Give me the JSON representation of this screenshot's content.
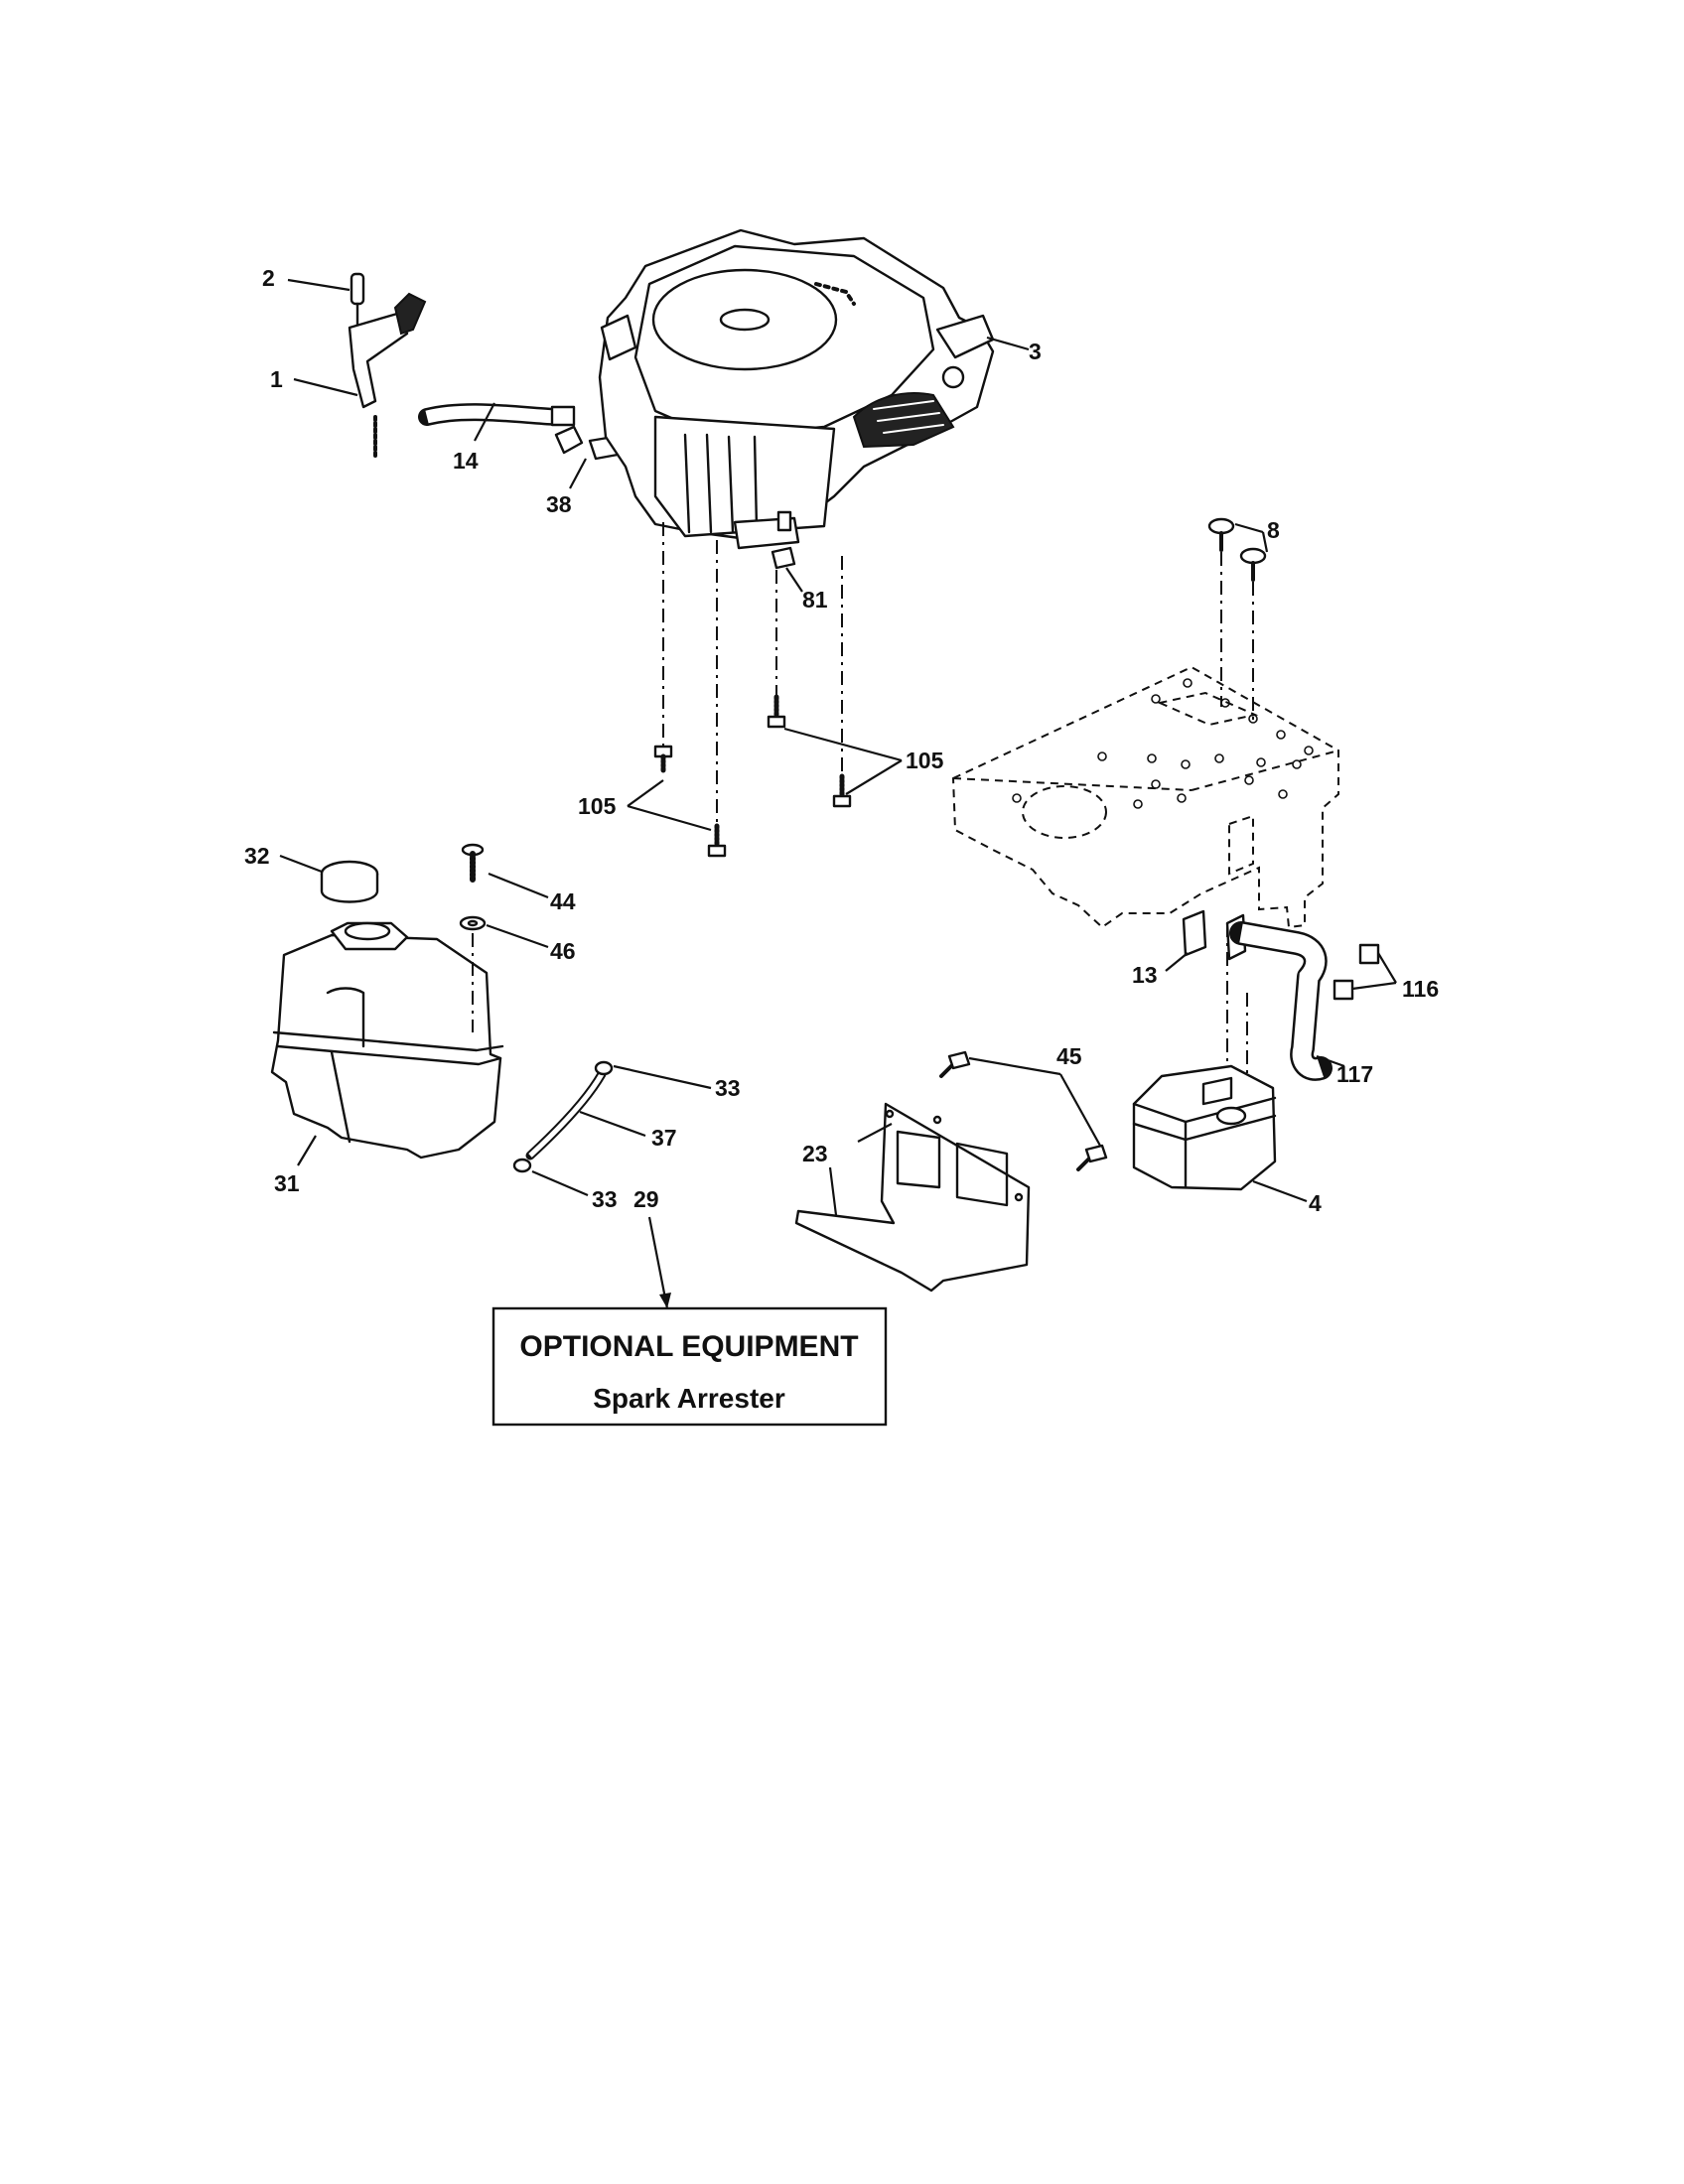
{
  "callouts": {
    "c1": "1",
    "c2": "2",
    "c3": "3",
    "c4": "4",
    "c8": "8",
    "c13": "13",
    "c14": "14",
    "c23": "23",
    "c29": "29",
    "c31": "31",
    "c32": "32",
    "c33a": "33",
    "c33b": "33",
    "c37": "37",
    "c38": "38",
    "c44": "44",
    "c45": "45",
    "c46": "46",
    "c81": "81",
    "c105a": "105",
    "c105b": "105",
    "c116": "116",
    "c117": "117"
  },
  "optional_box": {
    "title": "OPTIONAL EQUIPMENT",
    "subtitle": "Spark Arrester"
  }
}
